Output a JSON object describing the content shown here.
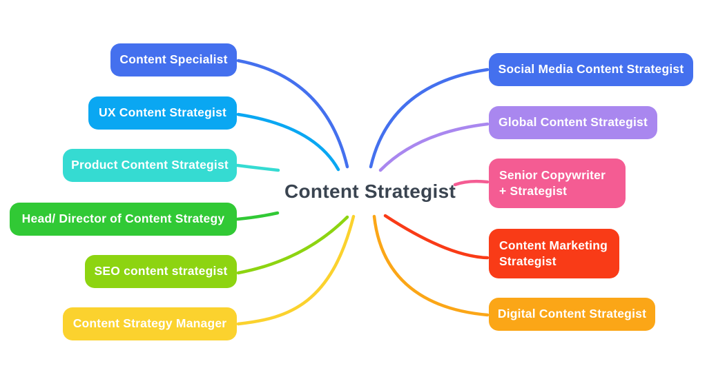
{
  "root": {
    "label": "Content Strategist",
    "color": "#3A4450"
  },
  "left_nodes": [
    {
      "label": "Content Specialist",
      "color": "#4470EE"
    },
    {
      "label": "UX Content Strategist",
      "color": "#0AA7F2"
    },
    {
      "label": "Product Content Strategist",
      "color": "#35DBD2"
    },
    {
      "label": "Head/ Director of Content Strategy",
      "color": "#31C935"
    },
    {
      "label": "SEO content strategist",
      "color": "#8DD411"
    },
    {
      "label": "Content Strategy Manager",
      "color": "#FBD22E"
    }
  ],
  "right_nodes": [
    {
      "label": "Social Media Content Strategist",
      "color": "#4470EE"
    },
    {
      "label": "Global Content Strategist",
      "color": "#A987EF"
    },
    {
      "label": "Senior Copywriter + Strategist",
      "color": "#F45C93"
    },
    {
      "label": "Content Marketing Strategist",
      "color": "#F93B17"
    },
    {
      "label": "Digital Content Strategist",
      "color": "#FBA617"
    }
  ]
}
